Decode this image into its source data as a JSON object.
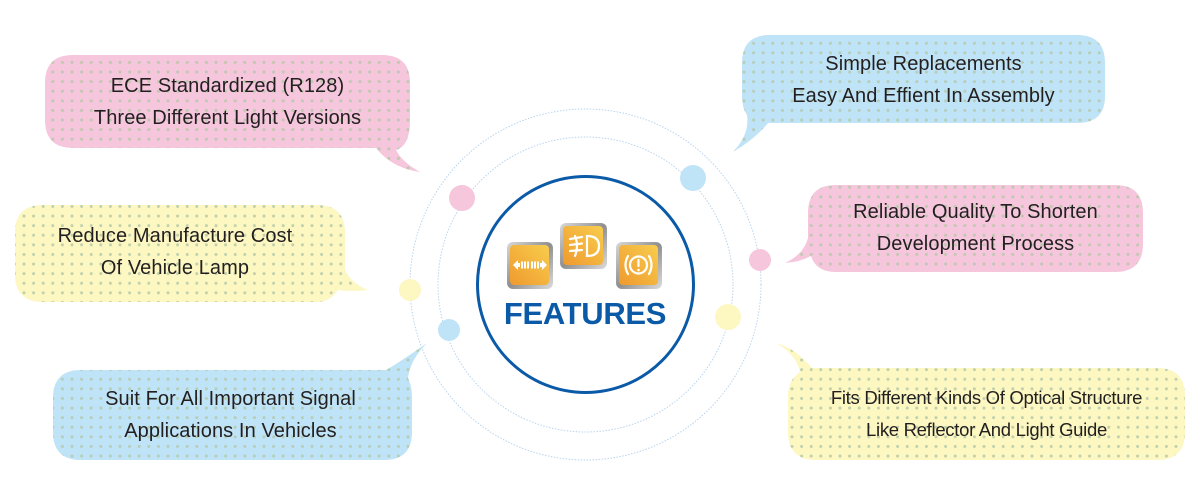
{
  "diagram": {
    "title": "FEATURES",
    "colors": {
      "pink": "#f5c6dc",
      "blue": "#bfe3f7",
      "yellow": "#fdf7c2",
      "dot_pattern": "#b5c9a8",
      "center_ring": "#0a5aa8",
      "orbit_rings": "#b9d4ee",
      "icon_orange_light": "#f7c44a",
      "icon_orange_dark": "#ef9a2e",
      "icon_frame": "#a8a8a8",
      "text": "#231f20"
    },
    "icons": [
      {
        "name": "turn-signal-arrows-icon",
        "label": "turn signal"
      },
      {
        "name": "fog-light-icon",
        "label": "fog light"
      },
      {
        "name": "brake-warning-icon",
        "label": "brake warning"
      }
    ],
    "features": [
      {
        "id": "ece",
        "color": "pink",
        "lines": [
          "ECE Standardized (R128)",
          "Three Different Light Versions"
        ]
      },
      {
        "id": "replacement",
        "color": "blue",
        "lines": [
          "Simple Replacements",
          "Easy And Effient In Assembly"
        ]
      },
      {
        "id": "cost",
        "color": "yellow",
        "lines": [
          "Reduce Manufacture Cost",
          "Of Vehicle Lamp"
        ]
      },
      {
        "id": "quality",
        "color": "pink",
        "lines": [
          "Reliable Quality To Shorten",
          "Development Process"
        ]
      },
      {
        "id": "signal",
        "color": "blue",
        "lines": [
          "Suit For All Important Signal",
          "Applications In Vehicles"
        ]
      },
      {
        "id": "optical",
        "color": "yellow",
        "lines": [
          "Fits Different Kinds Of Optical Structure",
          "Like Reflector And Light Guide"
        ]
      }
    ],
    "orbit_dots": [
      {
        "color": "pink"
      },
      {
        "color": "blue"
      },
      {
        "color": "yellow"
      },
      {
        "color": "blue"
      },
      {
        "color": "pink"
      },
      {
        "color": "yellow"
      }
    ]
  }
}
